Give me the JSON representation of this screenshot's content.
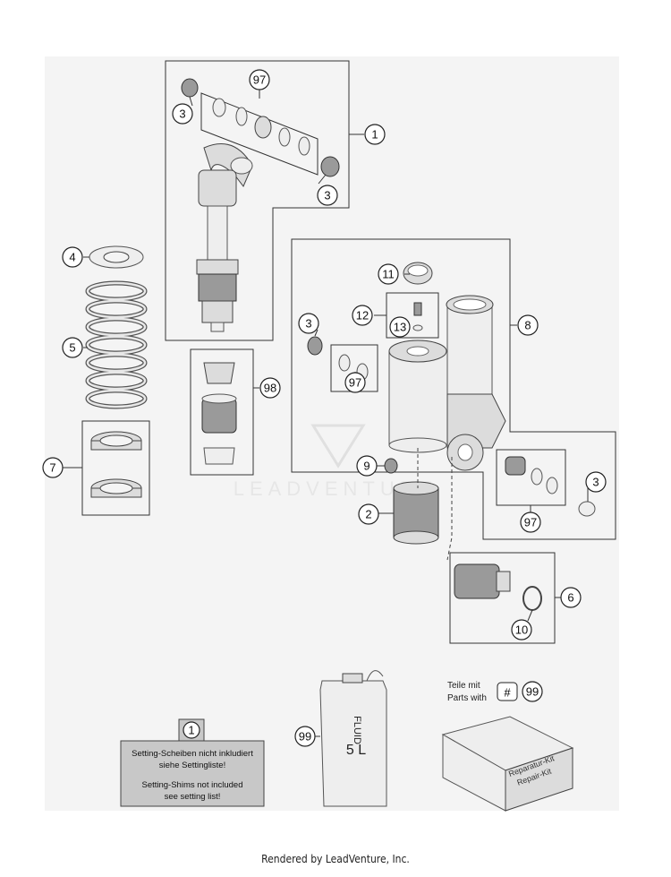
{
  "diagram": {
    "callouts": {
      "c1": "1",
      "c2": "2",
      "c3a": "3",
      "c3b": "3",
      "c3c": "3",
      "c3d": "3",
      "c4": "4",
      "c5": "5",
      "c6": "6",
      "c7": "7",
      "c8": "8",
      "c9": "9",
      "c10": "10",
      "c11": "11",
      "c12": "12",
      "c13": "13",
      "c97a": "97",
      "c97b": "97",
      "c97c": "97",
      "c98": "98",
      "c99": "99",
      "note_num": "1",
      "kit_hash": "#",
      "kit_num": "99"
    },
    "watermark": "LEADVENTURE",
    "note": {
      "line1": "Setting-Scheiben nicht inkludiert",
      "line2": "siehe Settingliste!",
      "line3": "Setting-Shims not included",
      "line4": "see setting list!"
    },
    "kit": {
      "label_de": "Teile mit",
      "label_en": "Parts with",
      "box_text1": "Reparatur-Kit",
      "box_text2": "Repair-Kit"
    },
    "can": {
      "word": "FLUID",
      "volume": "5 L"
    }
  },
  "footer": "Rendered by LeadVenture, Inc."
}
